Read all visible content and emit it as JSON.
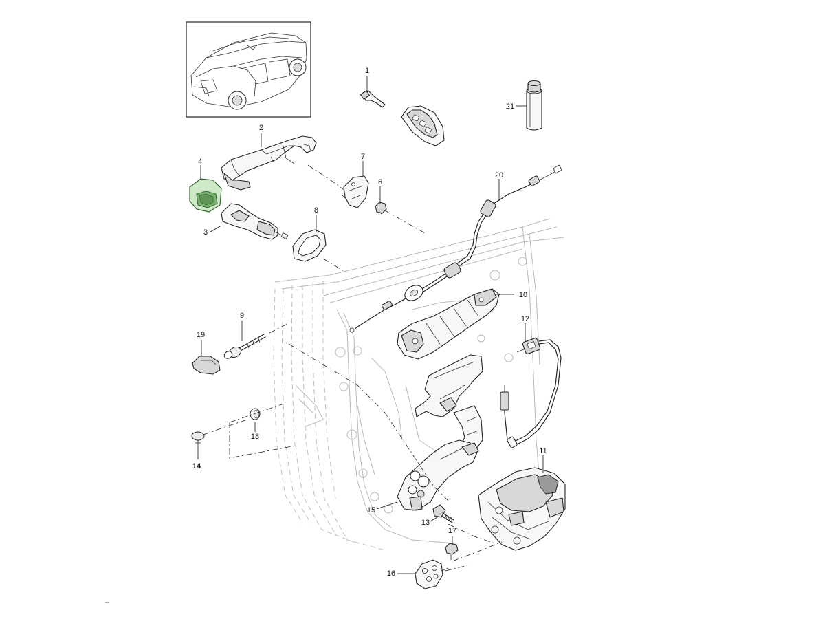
{
  "callouts": [
    {
      "id": "1",
      "text": "1"
    },
    {
      "id": "2",
      "text": "2"
    },
    {
      "id": "3",
      "text": "3"
    },
    {
      "id": "4",
      "text": "4"
    },
    {
      "id": "6",
      "text": "6"
    },
    {
      "id": "7",
      "text": "7"
    },
    {
      "id": "8",
      "text": "8"
    },
    {
      "id": "9",
      "text": "9"
    },
    {
      "id": "10",
      "text": "10"
    },
    {
      "id": "11",
      "text": "11"
    },
    {
      "id": "12",
      "text": "12"
    },
    {
      "id": "13",
      "text": "13"
    },
    {
      "id": "14",
      "text": "14"
    },
    {
      "id": "15",
      "text": "15"
    },
    {
      "id": "16",
      "text": "16"
    },
    {
      "id": "17",
      "text": "17"
    },
    {
      "id": "18",
      "text": "18"
    },
    {
      "id": "19",
      "text": "19"
    },
    {
      "id": "20",
      "text": "20"
    },
    {
      "id": "21",
      "text": "21"
    }
  ],
  "highlighted_part": "4",
  "colors": {
    "highlight_fill": "#cfe8c8",
    "highlight_stroke": "#2f6a2a",
    "line": "#222222"
  }
}
